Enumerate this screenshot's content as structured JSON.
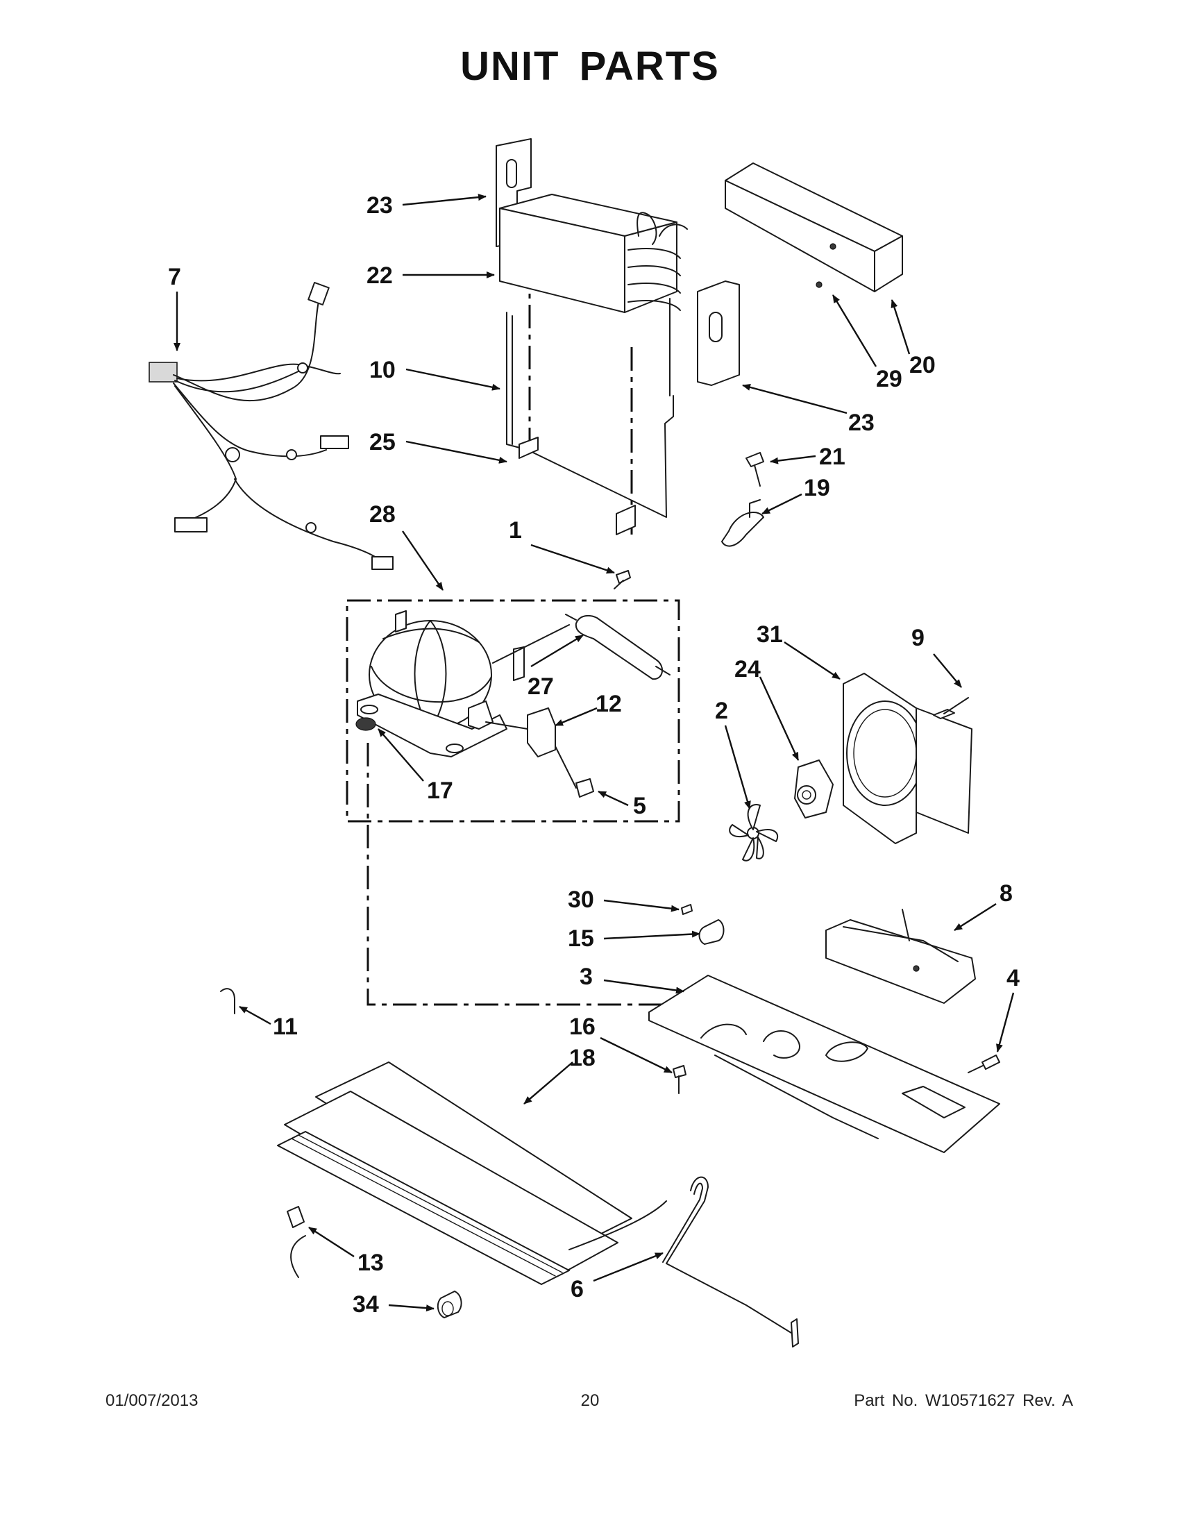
{
  "title": "UNIT  PARTS",
  "callouts": [
    "7",
    "23",
    "22",
    "10",
    "25",
    "28",
    "1",
    "23",
    "29",
    "20",
    "21",
    "19",
    "27",
    "12",
    "17",
    "5",
    "31",
    "9",
    "24",
    "2",
    "30",
    "15",
    "8",
    "3",
    "4",
    "16",
    "18",
    "11",
    "13",
    "6",
    "34"
  ],
  "footer": {
    "date": "01/007/2013",
    "page": "20",
    "part_no": "Part No.  W10571627  Rev.  A"
  }
}
